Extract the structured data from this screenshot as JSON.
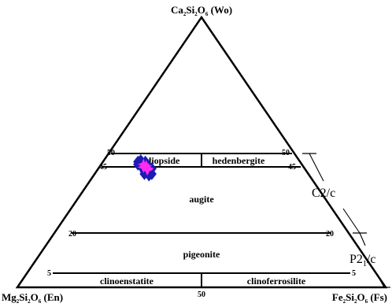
{
  "vertices": {
    "top": {
      "formula": [
        [
          "Ca",
          ""
        ],
        [
          "2",
          "sub"
        ],
        [
          "Si",
          ""
        ],
        [
          "2",
          "sub"
        ],
        [
          "O",
          ""
        ],
        [
          "6",
          "sub"
        ],
        [
          " (Wo)",
          ""
        ]
      ]
    },
    "left": {
      "formula": [
        [
          "Mg",
          ""
        ],
        [
          "2",
          "sub"
        ],
        [
          "Si",
          ""
        ],
        [
          "2",
          "sub"
        ],
        [
          "O",
          ""
        ],
        [
          "6",
          "sub"
        ],
        [
          " (En)",
          ""
        ]
      ]
    },
    "right": {
      "formula": [
        [
          "Fe",
          ""
        ],
        [
          "2",
          "sub"
        ],
        [
          "Si",
          ""
        ],
        [
          "2",
          "sub"
        ],
        [
          "O",
          ""
        ],
        [
          "6",
          "sub"
        ],
        [
          " (Fs)",
          ""
        ]
      ]
    }
  },
  "fields": {
    "diopside": "diopside",
    "hedenbergite": "hedenbergite",
    "augite": "augite",
    "pigeonite": "pigeonite",
    "clinoenstatite": "clinoenstatite",
    "clinoferrosilite": "clinoferrosilite"
  },
  "ticks": {
    "wo50": "50",
    "wo45": "45",
    "wo20": "20",
    "wo5": "5",
    "base50": "50"
  },
  "groups": {
    "c2c": "C2/c",
    "p21c_main": "P2",
    "p21c_sub": "1",
    "p21c_tail": "/c"
  },
  "chart_data": {
    "type": "scatter",
    "diagram": "ternary",
    "components": [
      "Wo",
      "En",
      "Fs"
    ],
    "division_lines_wo": [
      50,
      45,
      20,
      5
    ],
    "points": [
      {
        "Wo": 47.0,
        "En": 43.0,
        "Fs": 10.0
      },
      {
        "Wo": 46.5,
        "En": 42.0,
        "Fs": 11.5
      },
      {
        "Wo": 46.0,
        "En": 43.5,
        "Fs": 10.5
      },
      {
        "Wo": 45.5,
        "En": 42.5,
        "Fs": 12.0
      },
      {
        "Wo": 45.0,
        "En": 44.0,
        "Fs": 11.0
      },
      {
        "Wo": 44.5,
        "En": 42.0,
        "Fs": 13.5
      },
      {
        "Wo": 44.0,
        "En": 43.5,
        "Fs": 12.5
      },
      {
        "Wo": 43.5,
        "En": 42.5,
        "Fs": 14.0
      },
      {
        "Wo": 43.0,
        "En": 44.0,
        "Fs": 13.0
      },
      {
        "Wo": 42.5,
        "En": 43.0,
        "Fs": 14.5
      },
      {
        "Wo": 42.0,
        "En": 44.5,
        "Fs": 13.5
      },
      {
        "Wo": 41.5,
        "En": 43.5,
        "Fs": 15.0
      },
      {
        "Wo": 45.5,
        "En": 44.5,
        "Fs": 10.0
      },
      {
        "Wo": 44.0,
        "En": 41.5,
        "Fs": 14.5
      },
      {
        "Wo": 42.0,
        "En": 42.5,
        "Fs": 15.5
      },
      {
        "Wo": 46.5,
        "En": 44.0,
        "Fs": 9.5
      }
    ],
    "highlight_points": [
      {
        "Wo": 45.5,
        "En": 43.0,
        "Fs": 11.5
      },
      {
        "Wo": 44.5,
        "En": 43.5,
        "Fs": 12.0
      },
      {
        "Wo": 43.5,
        "En": 43.0,
        "Fs": 13.5
      },
      {
        "Wo": 44.0,
        "En": 42.5,
        "Fs": 13.5
      },
      {
        "Wo": 45.0,
        "En": 42.5,
        "Fs": 12.5
      }
    ],
    "colors": {
      "points": "#1c1cb4",
      "highlight": "#ff2cf0",
      "lines": "#000000"
    }
  }
}
